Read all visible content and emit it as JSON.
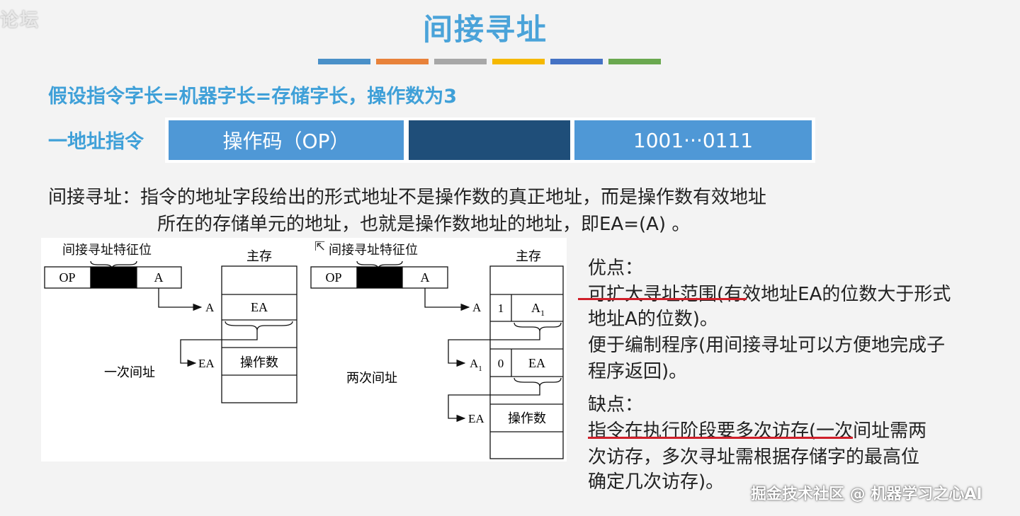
{
  "corner_text": "论坛",
  "title": "间接寻址",
  "color_bars": [
    "#4a90c8",
    "#e8823a",
    "#a7a7a7",
    "#f5b800",
    "#4472c4",
    "#6aa84f"
  ],
  "assumption": "假设指令字长=机器字长=存储字长，操作数为3",
  "instruction": {
    "label": "一地址指令",
    "op_field": "操作码（OP）",
    "mid_field": "",
    "addr_field": "1001···0111"
  },
  "definition": {
    "line1": "间接寻址：指令的地址字段给出的形式地址不是操作数的真正地址，而是操作数有效地址",
    "line2": "所在的存储单元的地址，也就是操作数地址的地址，即EA=(A) 。"
  },
  "diagram_left": {
    "feature_label": "间接寻址特征位",
    "op": "OP",
    "a": "A",
    "memory_label": "主存",
    "arrow_a": "A",
    "cell_ea": "EA",
    "arrow_ea": "EA",
    "cell_operand": "操作数",
    "caption": "一次间址"
  },
  "diagram_right": {
    "feature_label": "间接寻址特征位",
    "op": "OP",
    "a": "A",
    "memory_label": "主存",
    "arrow_a": "A",
    "bit1": "1",
    "cell_a1": "A",
    "sub1": "1",
    "arrow_a1": "A",
    "bit0": "0",
    "cell_ea": "EA",
    "arrow_ea": "EA",
    "cell_operand": "操作数",
    "caption": "两次间址"
  },
  "advantages": {
    "heading": "优点：",
    "line1_emph": "可扩大寻址范围",
    "line1_rest": "(有效地址EA的位数大于形式",
    "line2": "地址A的位数)。",
    "line3": "便于编制程序(用间接寻址可以方便地完成子",
    "line4": "程序返回)。"
  },
  "disadvantages": {
    "heading": "缺点：",
    "line1_emph": "指令在执行阶段要多次访存",
    "line1_rest": "(一次间址需两",
    "line2": "次访存，多次寻址需根据存储字的最高位",
    "line3": "确定几次访存)。"
  },
  "watermark": "掘金技术社区 @ 机器学习之心AI"
}
